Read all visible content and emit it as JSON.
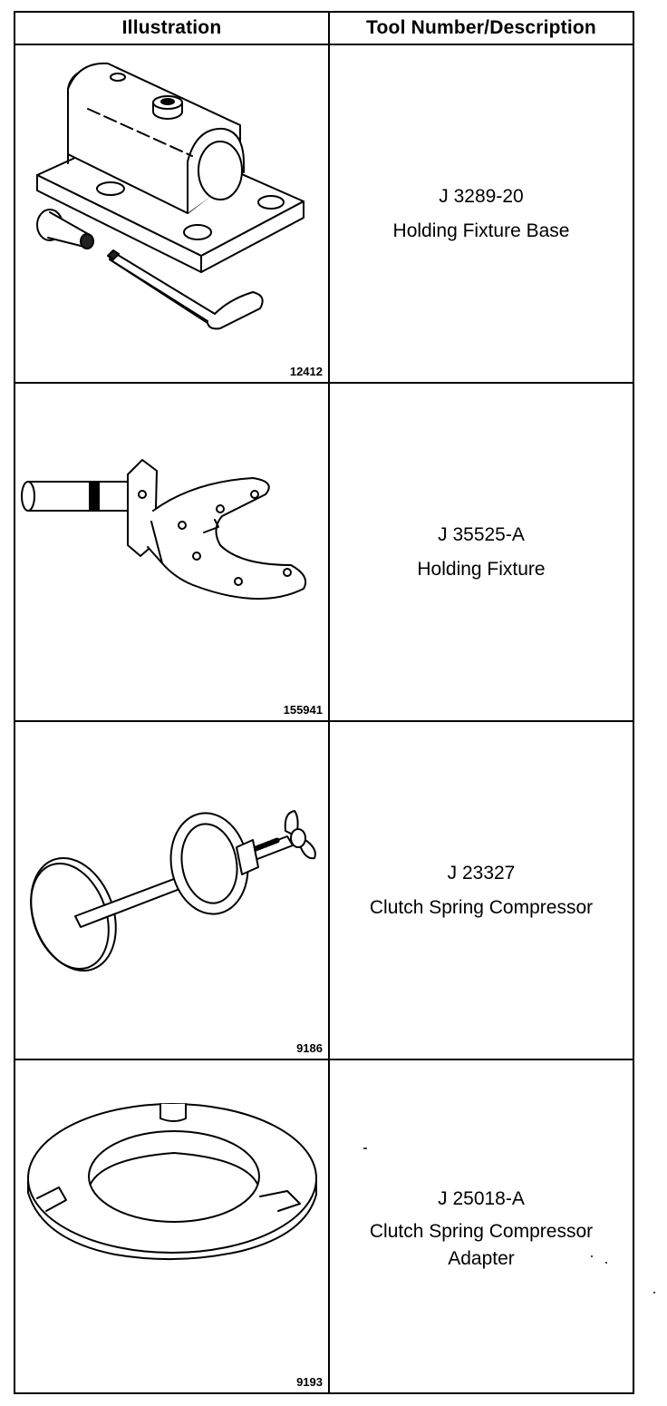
{
  "table": {
    "header": {
      "illustration": "Illustration",
      "description": "Tool Number/Description"
    },
    "rows": [
      {
        "figure_number": "12412",
        "tool_number": "J 3289-20",
        "description_lines": [
          "Holding Fixture Base"
        ],
        "icon": "holding-fixture-base-drawing"
      },
      {
        "figure_number": "155941",
        "tool_number": "J 35525-A",
        "description_lines": [
          "Holding Fixture"
        ],
        "icon": "holding-fixture-drawing"
      },
      {
        "figure_number": "9186",
        "tool_number": "J 23327",
        "description_lines": [
          "Clutch Spring Compressor"
        ],
        "icon": "clutch-spring-compressor-drawing"
      },
      {
        "figure_number": "9193",
        "tool_number": "J 25018-A",
        "description_lines": [
          "Clutch Spring Compressor",
          "Adapter"
        ],
        "icon": "compressor-adapter-drawing"
      }
    ]
  }
}
